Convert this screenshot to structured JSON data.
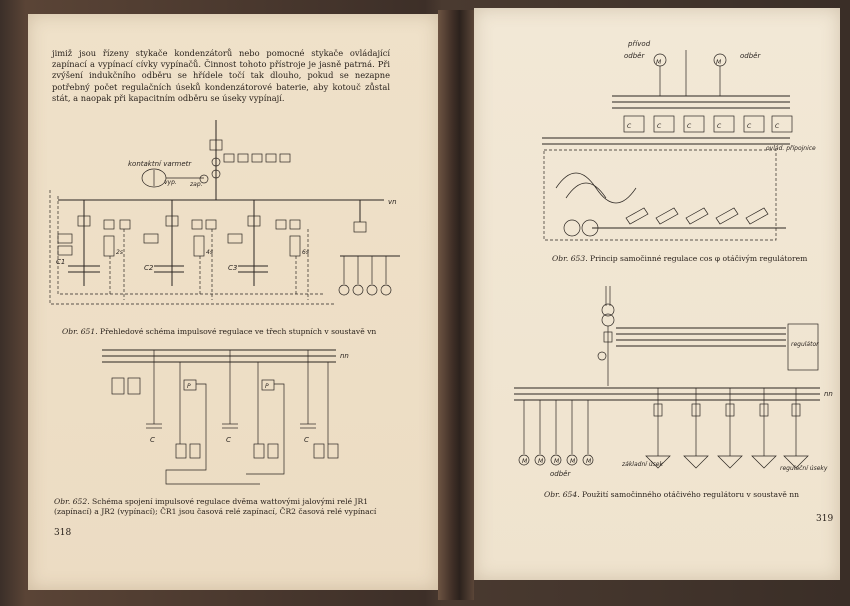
{
  "left_page": {
    "paragraph": "jimiž jsou řízeny stykače kondenzátorů nebo pomocné stykače ovládající zapínací a vypínací cívky vypínačů. Činnost tohoto přístroje je jasně patrná. Při zvýšení indukčního odběru se hřídele točí tak dlouho, pokud se nezapne potřebný počet regulačních úseků kondenzátorové baterie, aby kotouč zůstal stát, a naopak při kapacitním odběru se úseky vypínají.",
    "fig651": {
      "labels": {
        "meter": "kontaktní varmetr",
        "vyp": "vyp.",
        "zap": "zap.",
        "vn": "vn",
        "c1": "C1",
        "c2": "C2",
        "c3": "C3",
        "r2": "2s",
        "r4": "4s",
        "r6": "6s"
      },
      "caption_num": "Obr. 651.",
      "caption": "Přehledové schéma impulsové regulace ve třech stupních v soustavě vn"
    },
    "fig652": {
      "labels": {
        "nn": "nn",
        "c": "C",
        "p": "P"
      },
      "caption_num": "Obr. 652.",
      "caption": "Schéma spojení impulsové regulace dvěma wattovými jalovými relé JR1 (zapínací) a JR2 (vypínací); ČR1 jsou časová relé zapínací, ČR2 časová relé vypínací"
    },
    "page_number": "318"
  },
  "right_page": {
    "fig653": {
      "labels": {
        "odber_l": "odběr",
        "privod": "přívod",
        "odber_r": "odběr",
        "m": "M",
        "c": "C",
        "ovlad": "ovlád. přípojnice"
      },
      "caption_num": "Obr. 653.",
      "caption": "Princip samočinné regulace cos φ otáčivým regulátorem"
    },
    "fig654": {
      "labels": {
        "regulator": "regulátor",
        "nn": "nn",
        "m": "M",
        "odber": "odběr",
        "zakladni": "základní úsek",
        "regulacni": "regulační úseky"
      },
      "caption_num": "Obr. 654.",
      "caption": "Použití samočinného otáčivého regulátoru v soustavě nn"
    },
    "page_number": "319"
  }
}
